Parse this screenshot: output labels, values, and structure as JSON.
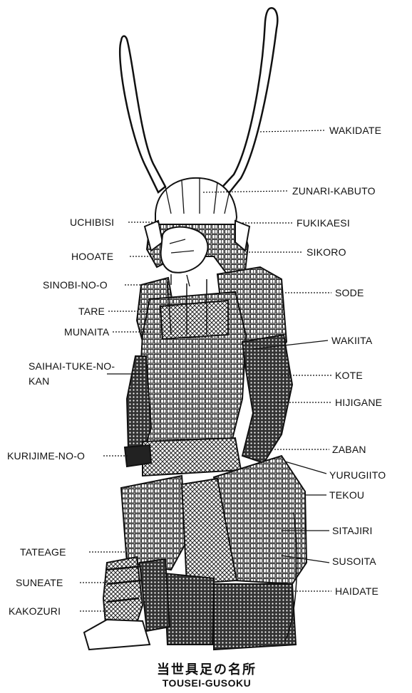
{
  "labels": {
    "wakidate": "WAKIDATE",
    "zunari_kabuto": "ZUNARI-KABUTO",
    "uchibisi": "UCHIBISI",
    "fukikaesi": "FUKIKAESI",
    "hooate": "HOOATE",
    "sikoro": "SIKORO",
    "sinobi_no_o": "SINOBI-NO-O",
    "sode": "SODE",
    "tare": "TARE",
    "munaita": "MUNAITA",
    "wakiita": "WAKIITA",
    "saihai_tuke_no_kan": "SAIHAI-TUKE-NO-KAN",
    "kote": "KOTE",
    "hijigane": "HIJIGANE",
    "zaban": "ZABAN",
    "kurijime_no_o": "KURIJIME-NO-O",
    "yurugiito": "YURUGIITO",
    "tekou": "TEKOU",
    "sitajiri": "SITAJIRI",
    "tateage": "TATEAGE",
    "susoita": "SUSOITA",
    "suneate": "SUNEATE",
    "haidate": "HAIDATE",
    "kakozuri": "KAKOZURI"
  },
  "title": {
    "japanese": "当世具足の名所",
    "english": "TOUSEI-GUSOKU"
  }
}
